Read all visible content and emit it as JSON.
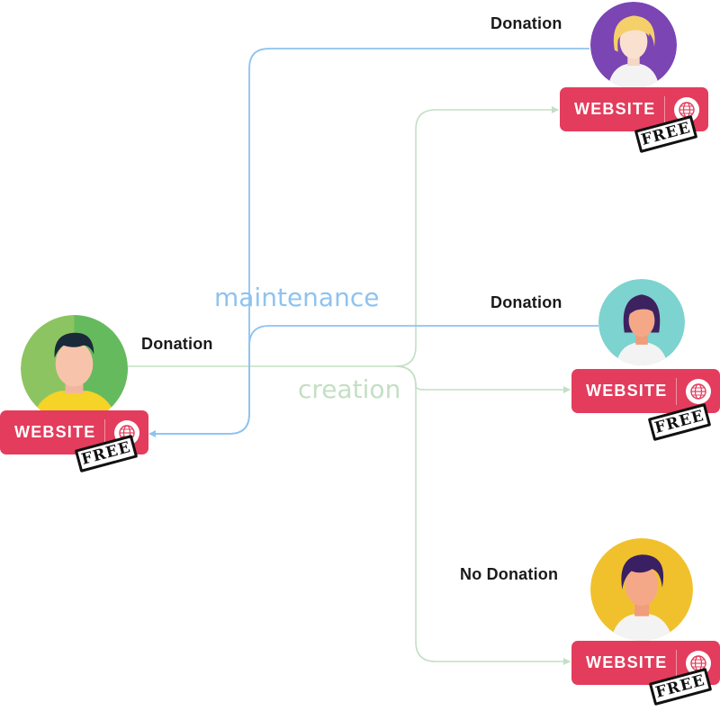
{
  "diagram": {
    "flows": {
      "maintenance": {
        "label": "maintenance",
        "color": "#8ec3f0"
      },
      "creation": {
        "label": "creation",
        "color": "#c3dfc4"
      }
    },
    "creator": {
      "donation_label": "Donation",
      "badge": {
        "text": "WEBSITE",
        "stamp": "FREE"
      }
    },
    "users": [
      {
        "status_label": "Donation",
        "badge": {
          "text": "WEBSITE",
          "stamp": "FREE"
        }
      },
      {
        "status_label": "Donation",
        "badge": {
          "text": "WEBSITE",
          "stamp": "FREE"
        }
      },
      {
        "status_label": "No Donation",
        "badge": {
          "text": "WEBSITE",
          "stamp": "FREE"
        }
      }
    ]
  },
  "colors": {
    "badge": "#e43c5c",
    "creator_bg": "#8dc462",
    "user1_bg": "#7b45b4",
    "user2_bg": "#7dd3cf",
    "user3_bg": "#f0c12c"
  }
}
